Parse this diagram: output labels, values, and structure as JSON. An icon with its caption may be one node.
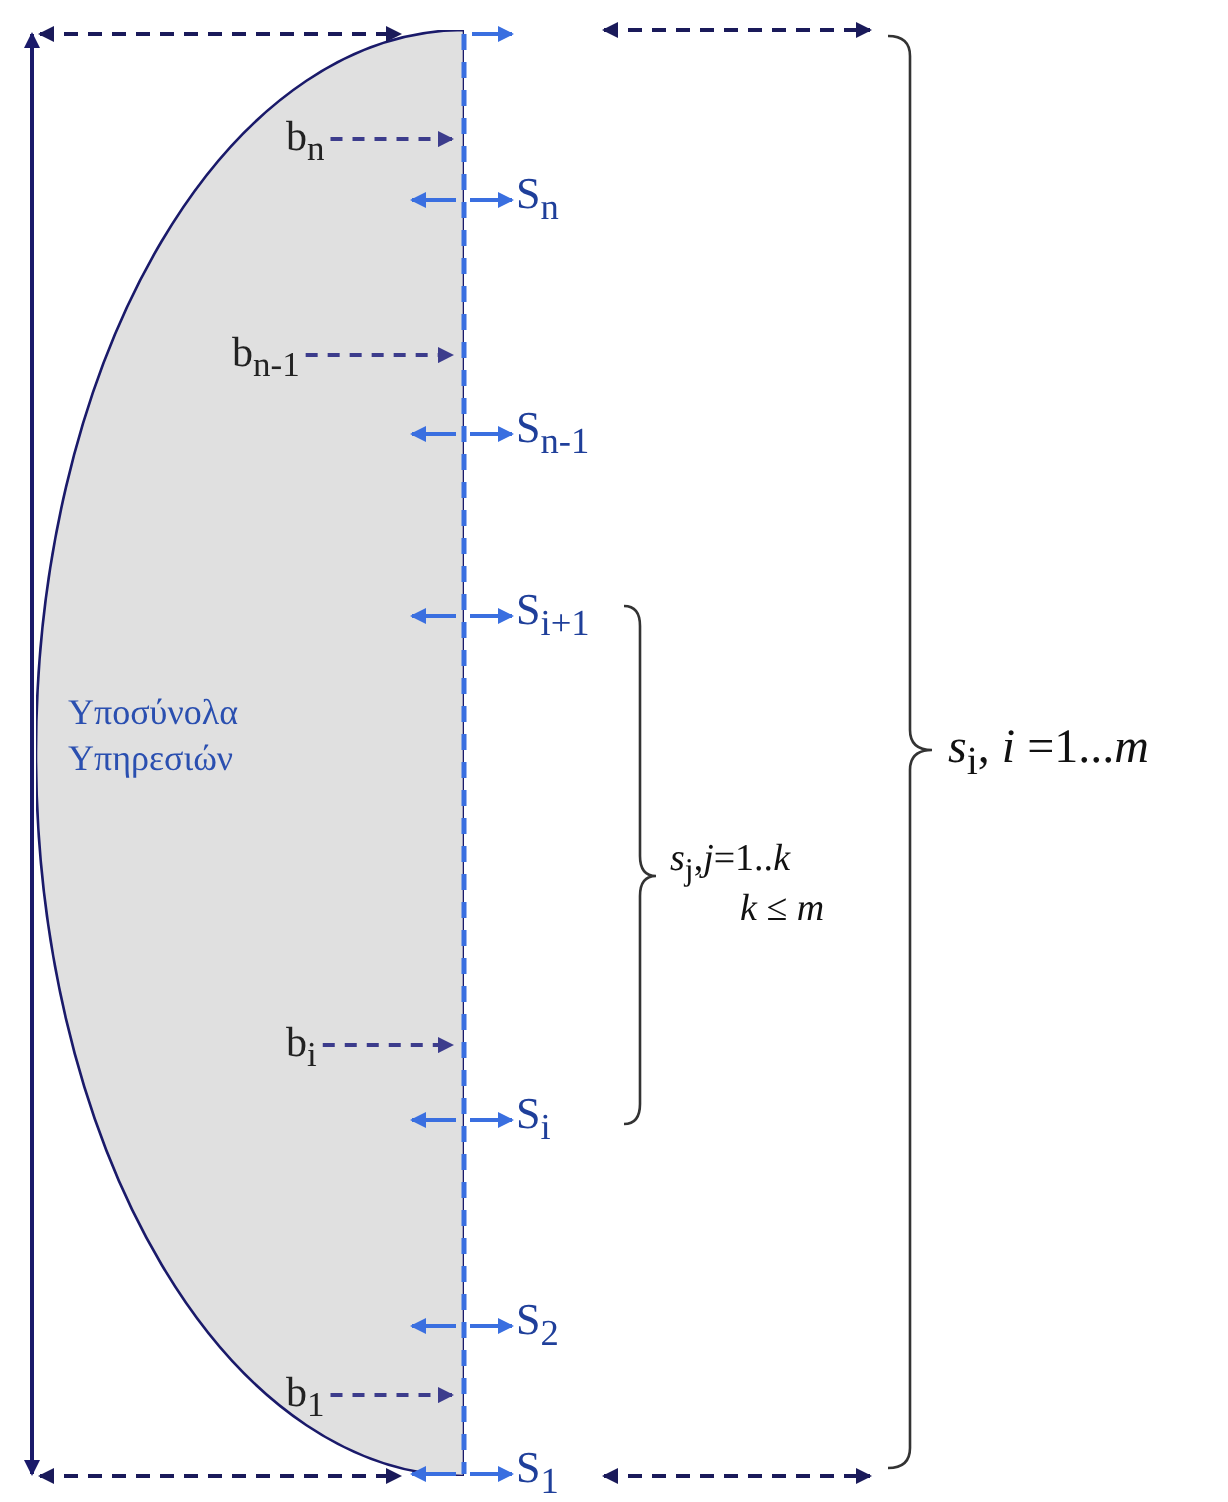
{
  "diagram": {
    "nodes": [
      {
        "text": [
          "Υποσύνολα Υπηρεσιών"
        ]
      },
      {
        "text": [
          "b$_{n}$"
        ],
        "in": 0
      },
      {
        "text": [
          "S$_{n}$"
        ]
      },
      {
        "text": [
          "b$_{n-1}$"
        ],
        "in": 0
      },
      {
        "text": [
          "S$_{n-1}$"
        ]
      },
      {
        "text": [
          "S$_{i+1}$"
        ]
      },
      {
        "text": [
          "b$_{i}$"
        ],
        "in": 0
      },
      {
        "text": [
          "S$_{i}$"
        ]
      },
      {
        "text": [
          "S$_{2}$"
        ]
      },
      {
        "text": [
          "b$_{1}$"
        ],
        "in": 0
      },
      {
        "text": [
          "S$_{1}$"
        ]
      }
    ],
    "edges": [
      {
        "from": 1,
        "to": null,
        "arrow": "to",
        "style": "dashed",
        "color": "#3c3c8c"
      },
      {
        "from": 0,
        "to": 2,
        "arrow": "to"
      },
      {
        "from": 3,
        "to": null,
        "arrow": "to",
        "style": "dashed",
        "color": "#3c3c8c"
      },
      {
        "from": 0,
        "to": 4,
        "arrow": "to"
      },
      {
        "from": 0,
        "to": 5,
        "arrow": "to"
      },
      {
        "from": 6,
        "to": null,
        "arrow": "to",
        "style": "dashed",
        "color": "#3c3c8c"
      },
      {
        "from": 0,
        "to": 7,
        "arrow": "to"
      },
      {
        "from": 0,
        "to": 8,
        "arrow": "to"
      },
      {
        "from": 9,
        "to": null,
        "arrow": "to",
        "style": "dashed",
        "color": "#3c3c8c"
      },
      {
        "from": 0,
        "to": 10,
        "arrow": "to"
      }
    ],
    "labels": [
      "*s*$_{j}$,*j*=1..*k*",
      "*k* ≤ *m*",
      "*s*$_{i}$, *i* =1...*m*"
    ]
  }
}
